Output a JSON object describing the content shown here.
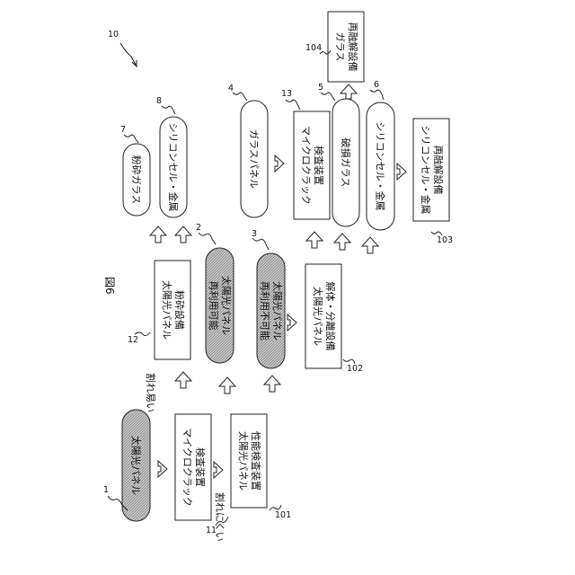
{
  "figure": {
    "title": "図6",
    "system_ref": "10"
  },
  "nodes": {
    "solar_panel": {
      "ref": "1",
      "label": "太陽光パネル"
    },
    "microcrack_inspector_1": {
      "ref": "11",
      "line1": "マイクロクラック",
      "line2": "検査装置"
    },
    "performance_inspector": {
      "ref": "101",
      "line1": "太陽光パネル",
      "line2": "性能検査装置"
    },
    "crusher": {
      "ref": "12",
      "line1": "太陽光パネル",
      "line2": "粉砕設備"
    },
    "reusable_panel": {
      "ref": "2",
      "line1": "再利用可能",
      "line2": "太陽光パネル"
    },
    "non_reusable_panel": {
      "ref": "3",
      "line1": "再利用不可能",
      "line2": "太陽光パネル"
    },
    "dismantler": {
      "ref": "102",
      "line1": "太陽光パネル",
      "line2": "解体・分離設備"
    },
    "crushed_glass": {
      "ref": "7",
      "label": "粉砕ガラス"
    },
    "silicon_metal_1": {
      "ref": "8",
      "label": "シリコンセル・金属"
    },
    "glass_panel": {
      "ref": "4",
      "label": "ガラスパネル"
    },
    "microcrack_inspector_2": {
      "ref": "13",
      "line1": "マイクロクラック",
      "line2": "検査装置"
    },
    "broken_glass": {
      "ref": "5",
      "label": "破損ガラス"
    },
    "silicon_metal_2": {
      "ref": "6",
      "label": "シリコンセル・金属"
    },
    "glass_remelt": {
      "ref": "104",
      "line1": "ガラス",
      "line2": "再融解設備"
    },
    "silicon_remelt": {
      "ref": "103",
      "line1": "シリコンセル・金属",
      "line2": "再融解設備"
    }
  },
  "labels": {
    "easy_to_break": "割れ易い",
    "hard_to_break": "割れにくい"
  }
}
